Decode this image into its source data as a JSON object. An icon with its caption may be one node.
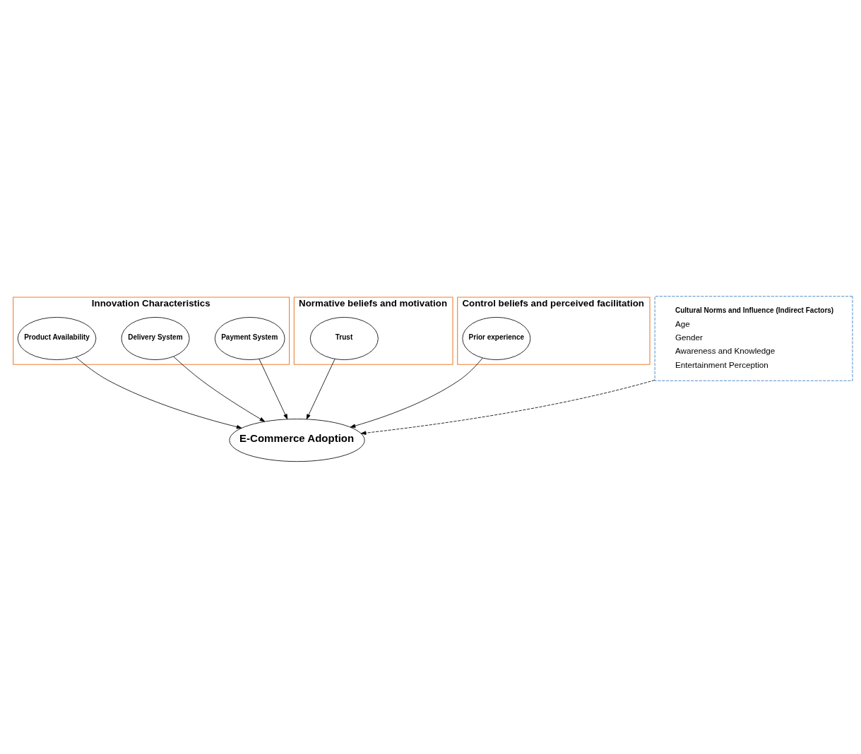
{
  "diagram": {
    "nodes": [
      {
        "text": [
          "Innovation Characteristics"
        ]
      },
      {
        "text": [
          "Payment System"
        ],
        "in": 0
      },
      {
        "text": [
          "Delivery System"
        ],
        "in": 0
      },
      {
        "text": [
          "Product Availability"
        ],
        "in": 0
      },
      {
        "text": [
          "Normative beliefs and motivation"
        ]
      },
      {
        "text": [
          "Trust"
        ],
        "in": 4
      },
      {
        "text": [
          "E-Commerce Adoption"
        ]
      },
      {
        "text": [
          "Control beliefs and perceived facilitation"
        ]
      },
      {
        "text": [
          "Prior experience"
        ],
        "in": 7
      },
      {
        "text": [
          "Cultural Norms and Influence (Indirect Factors)",
          "Age",
          "Gender",
          "Awareness and Knowledge",
          "Entertainment Perception"
        ]
      }
    ],
    "edges": [
      {
        "from": 1,
        "to": 6,
        "arrow": "to"
      },
      {
        "from": 2,
        "to": 6,
        "arrow": "to"
      },
      {
        "from": 3,
        "to": 6,
        "arrow": "to"
      },
      {
        "from": 5,
        "to": 6,
        "arrow": "to"
      },
      {
        "from": 8,
        "to": 6,
        "arrow": "to"
      },
      {
        "from": 9,
        "to": 6,
        "arrow": "to",
        "style": "dashed"
      }
    ]
  }
}
